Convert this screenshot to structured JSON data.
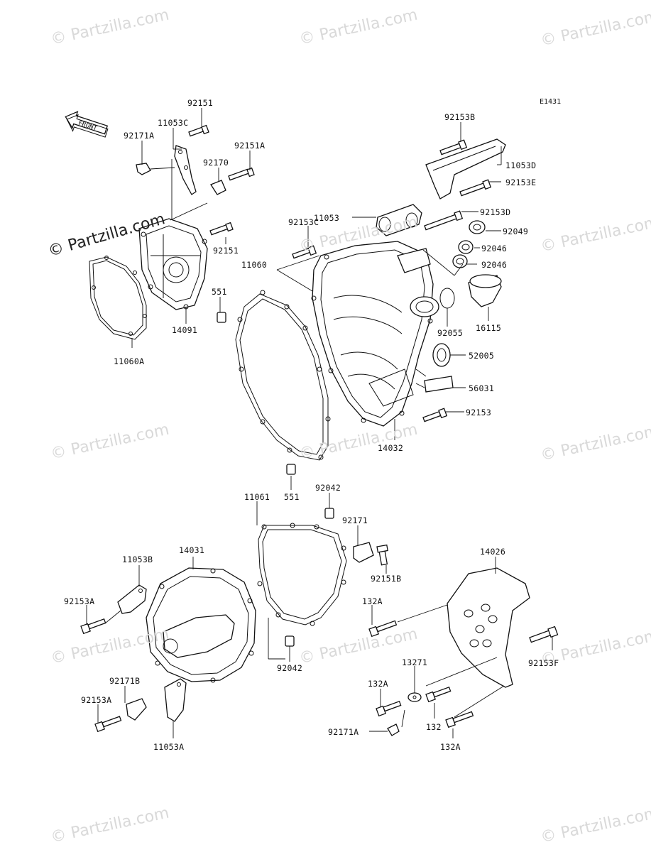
{
  "diagram": {
    "code": "E1431",
    "front_label": "FRONT",
    "watermarks": [
      "© Partzilla.com",
      "© Partzilla.com",
      "© Partzilla.com",
      "© Partzilla.com",
      "© Partzilla.com",
      "© Partzilla.com",
      "© Partzilla.com",
      "© Partzilla.com",
      "© Partzilla.com",
      "© Partzilla.com",
      "© Partzilla.com",
      "© Partzilla.com",
      "© Partzilla.com"
    ],
    "watermark_dark": "© Partzilla.com",
    "part_labels": [
      "92151",
      "11053C",
      "92171A",
      "92170",
      "92151A",
      "92151",
      "14091",
      "11060A",
      "92153B",
      "11053D",
      "92153E",
      "11053",
      "92153D",
      "92153C",
      "92049",
      "92046",
      "92046",
      "11060",
      "551",
      "92055",
      "16115",
      "52005",
      "56031",
      "92153",
      "14032",
      "551",
      "92042",
      "11061",
      "92171",
      "92151B",
      "14031",
      "11053B",
      "14026",
      "92153A",
      "132A",
      "92042",
      "13271",
      "132A",
      "92153F",
      "92171B",
      "92153A",
      "132",
      "132A",
      "92171A",
      "11053A"
    ]
  }
}
